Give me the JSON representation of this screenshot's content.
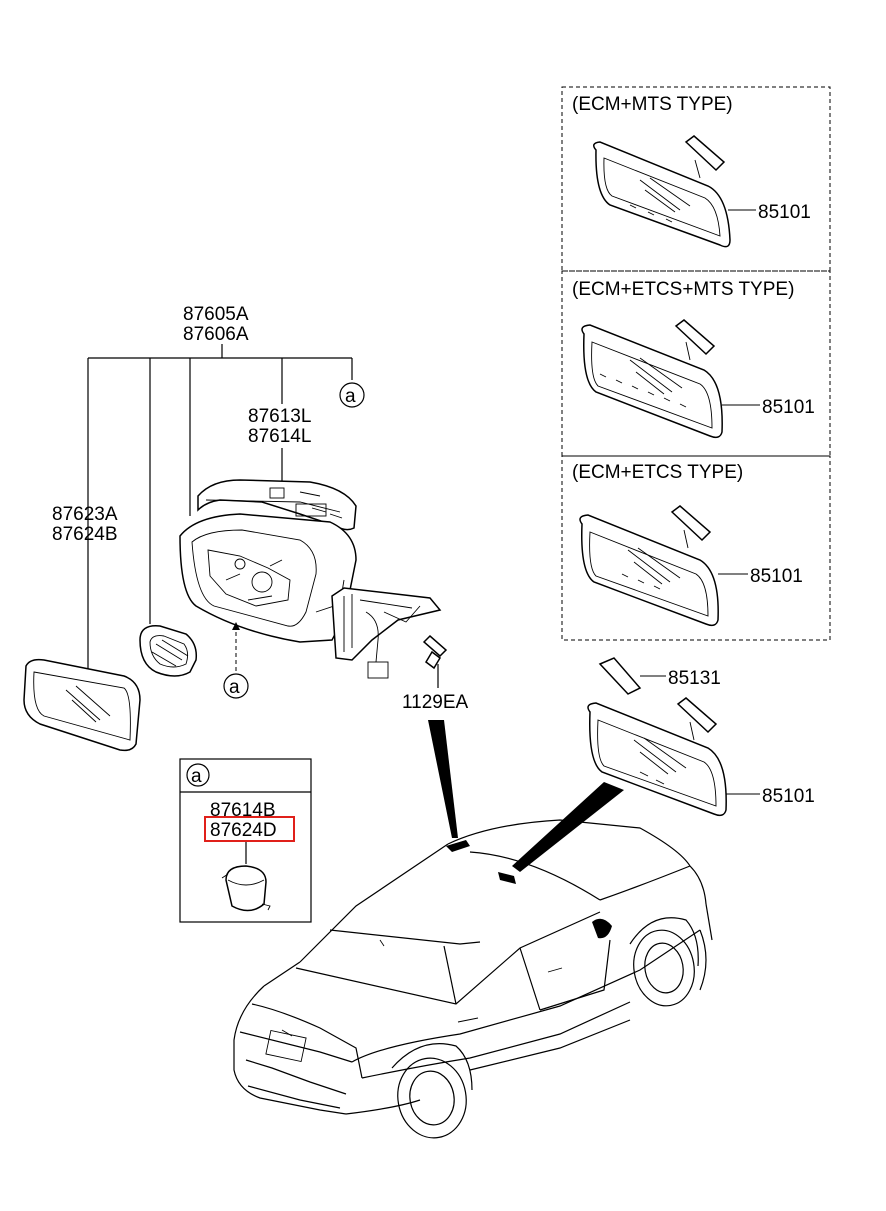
{
  "ecm_mts": {
    "label": "(ECM+MTS TYPE)",
    "part": "85101"
  },
  "ecm_etcs_mts": {
    "label": "(ECM+ETCS+MTS TYPE)",
    "part": "85101"
  },
  "ecm_etcs": {
    "label": "(ECM+ETCS TYPE)",
    "part": "85101"
  },
  "standard": {
    "part": "85101",
    "cover_part": "85131"
  },
  "mirror_assy": {
    "line1": "87605A",
    "line2": "87606A"
  },
  "scalp": {
    "line1": "87613L",
    "line2": "87614L"
  },
  "glass": {
    "line1": "87623A",
    "line2": "87624B"
  },
  "screw": "1129EA",
  "ref_marker": "a",
  "detail": {
    "marker": "a",
    "line1": "87614B",
    "line2": "87624D"
  },
  "colors": {
    "highlight": "#e0201a"
  }
}
